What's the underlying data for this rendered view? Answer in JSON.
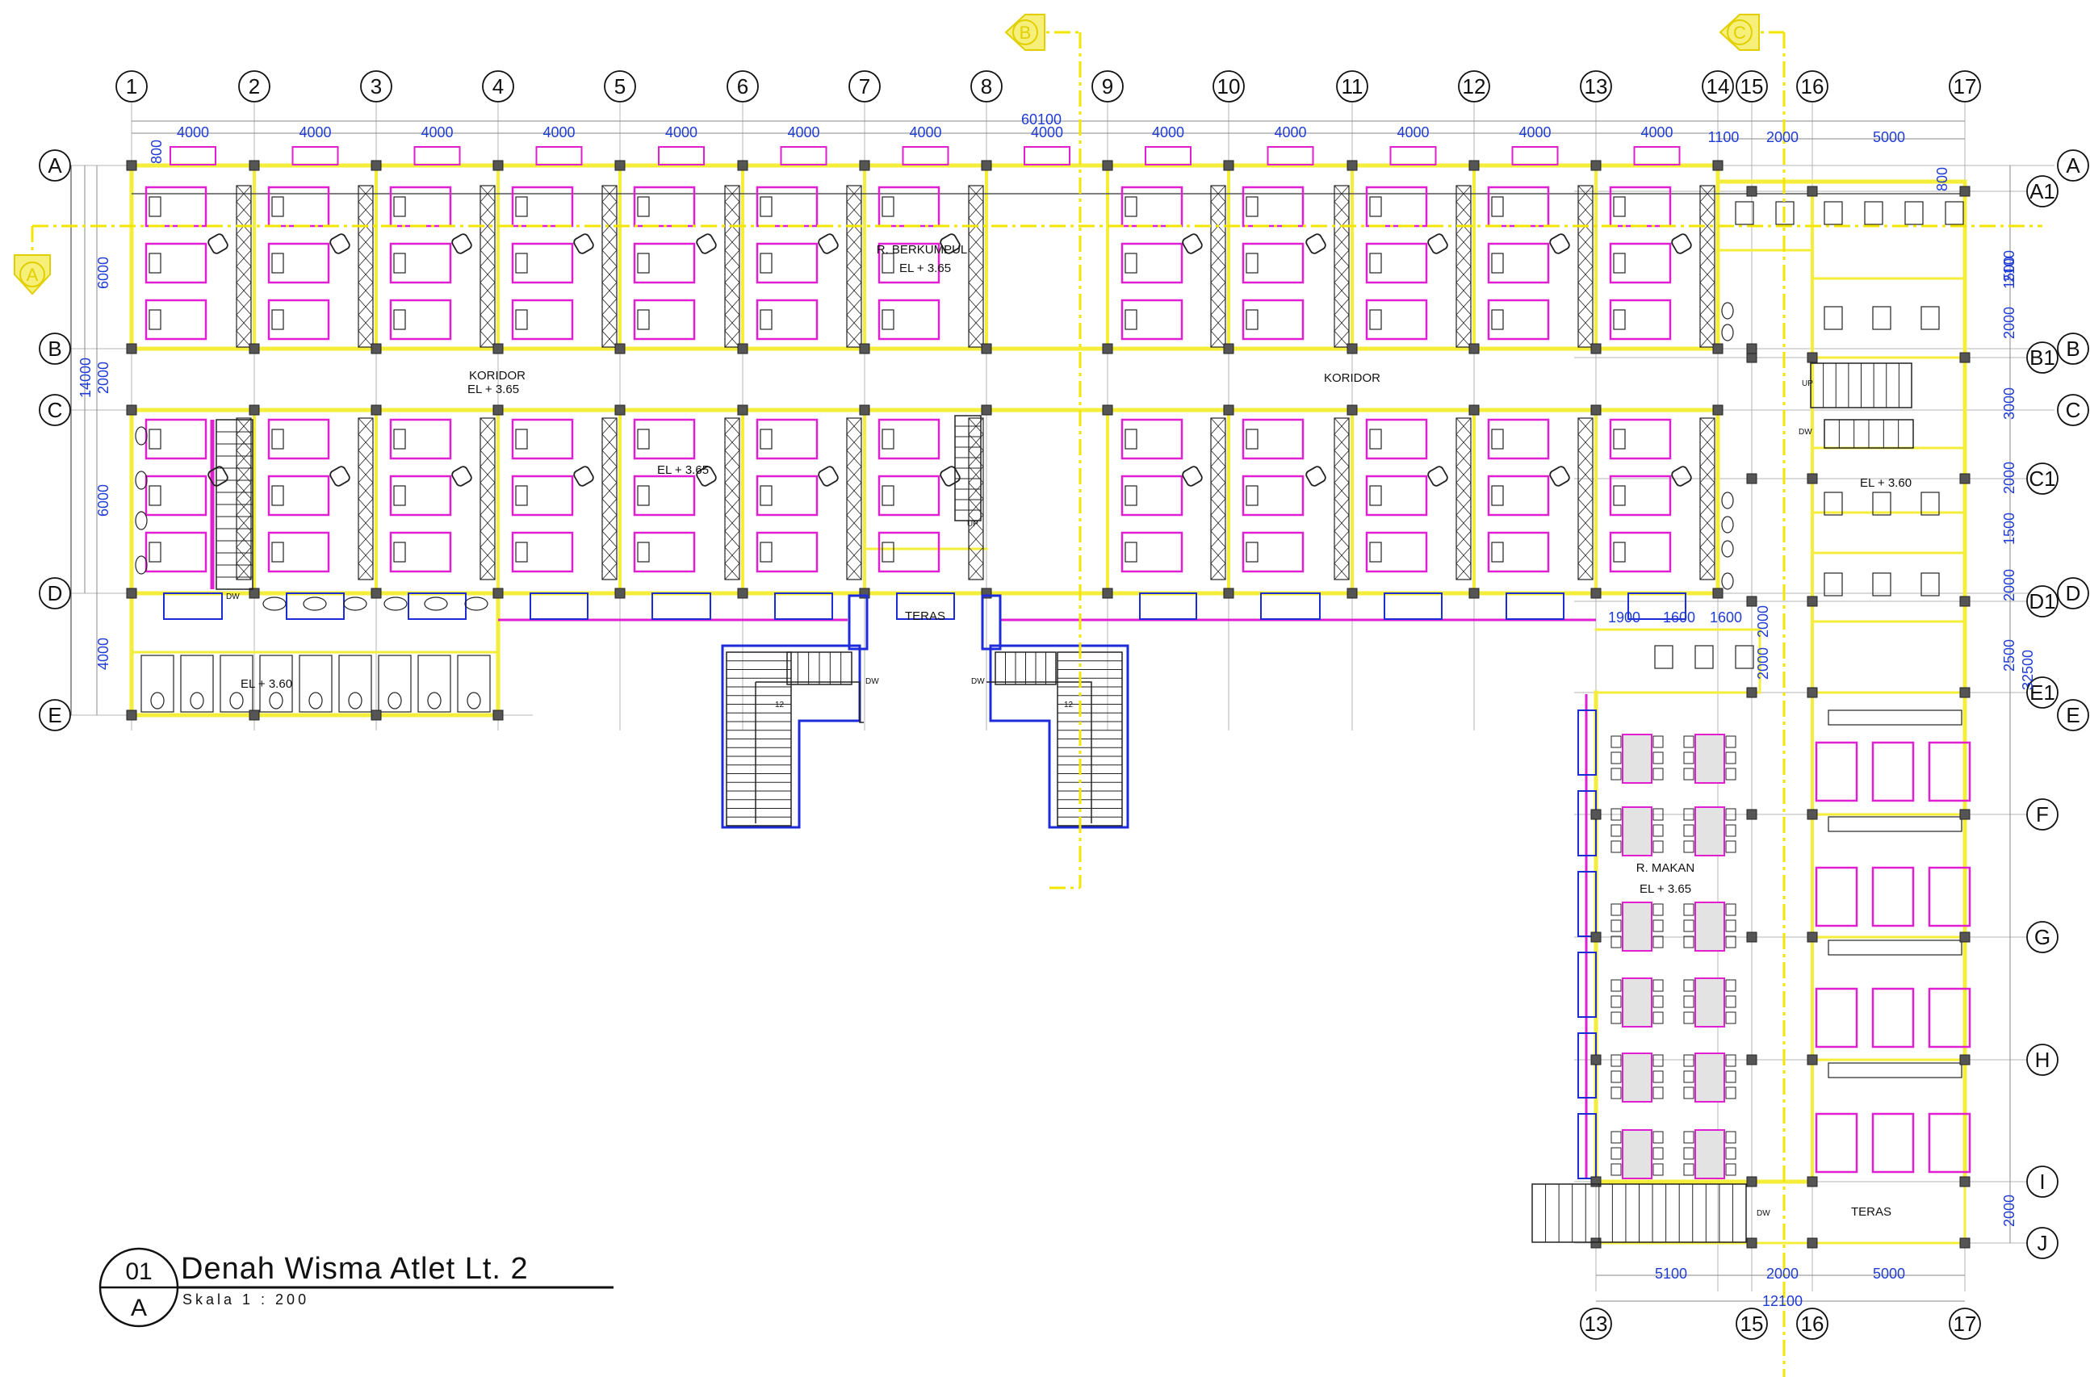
{
  "title_block": {
    "number": "01",
    "sheet": "A",
    "title": "Denah Wisma Atlet  Lt. 2",
    "scale": "Skala 1 : 200"
  },
  "grid_columns": [
    "1",
    "2",
    "3",
    "4",
    "5",
    "6",
    "7",
    "8",
    "9",
    "10",
    "11",
    "12",
    "13",
    "14",
    "15",
    "16",
    "17"
  ],
  "grid_rows_left": [
    "A",
    "B",
    "C",
    "D",
    "E"
  ],
  "grid_rows_right": [
    "A",
    "A1",
    "B1",
    "B",
    "C",
    "C1",
    "D1",
    "D",
    "E1",
    "E",
    "F",
    "G",
    "H",
    "I",
    "J"
  ],
  "grid_bottom": [
    "13",
    "15",
    "16",
    "17"
  ],
  "sections": {
    "b": "B",
    "c": "C",
    "a": "A"
  },
  "dimensions": {
    "top_bays": [
      "4000",
      "4000",
      "4000",
      "4000",
      "4000",
      "4000",
      "4000",
      "4000",
      "4000",
      "4000",
      "4000",
      "4000",
      "4000"
    ],
    "top_total": "60100",
    "top_right": [
      "1100",
      "2000",
      "5000"
    ],
    "small_top": "800",
    "left": [
      "6000",
      "14000",
      "2000",
      "6000",
      "4000"
    ],
    "right": [
      "800",
      "2100",
      "1500",
      "2000",
      "3000",
      "2000",
      "1500",
      "2000",
      "2500",
      "32500",
      "2000"
    ],
    "bottom": [
      "5100",
      "2000",
      "5000"
    ],
    "bottom_total": "12100",
    "wc_small": [
      "1900",
      "1600",
      "1600",
      "2000",
      "2000"
    ]
  },
  "rooms": {
    "r_berkumpul": "R. BERKUMPUL",
    "el_365": "EL + 3.65",
    "koridor_left": "KORIDOR",
    "koridor_right": "KORIDOR",
    "teras_center": "TERAS",
    "teras_right": "TERAS",
    "r_makan": "R. MAKAN",
    "el_360": "EL + 3.60"
  },
  "stair_marks": {
    "up": "UP",
    "dw": "DW",
    "n12": "12"
  },
  "colors": {
    "wall": "#f4ee3a",
    "furniture": "#e01fd0",
    "dimension": "#1f3bd6",
    "column": "#555555",
    "section_line": "#f2e600",
    "stair_blue": "#1e2bd8"
  }
}
